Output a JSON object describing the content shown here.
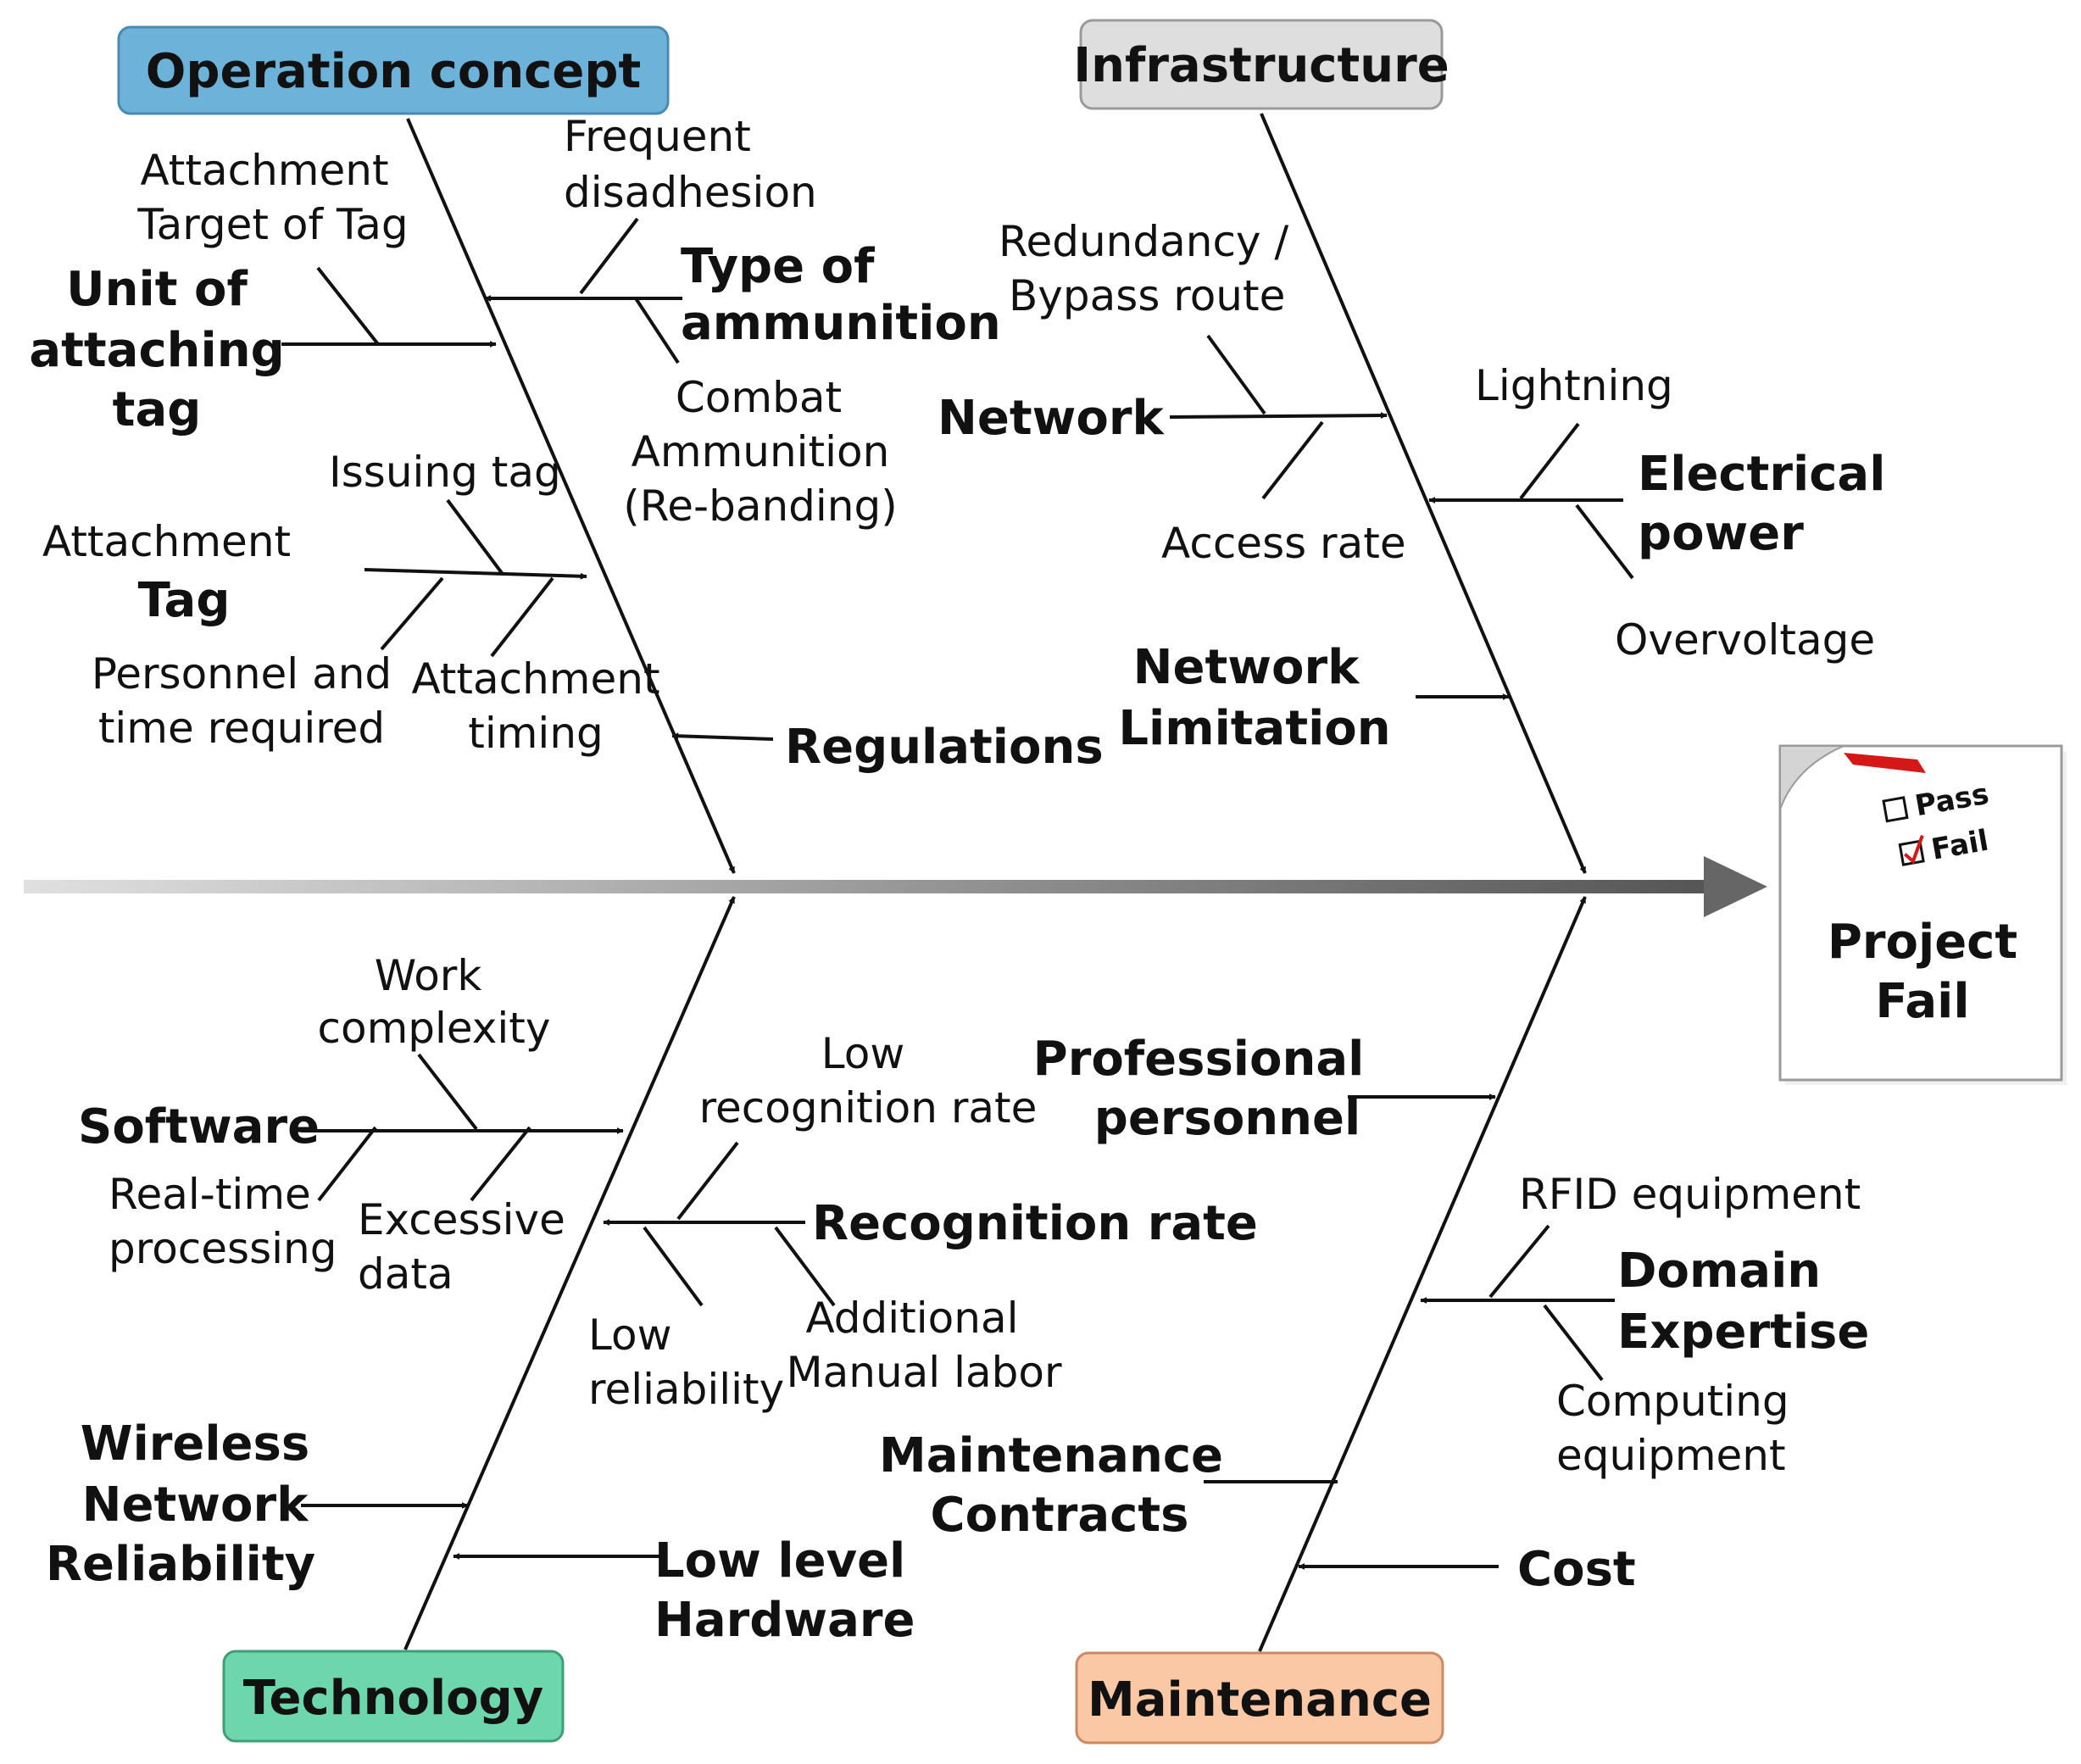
{
  "categories": {
    "operation": {
      "label": "Operation  concept",
      "color": "#6db3d9"
    },
    "infrastructure": {
      "label": "Infrastructure",
      "color": "#dedede"
    },
    "technology": {
      "label": "Technology",
      "color": "#6dd6ad"
    },
    "maintenance": {
      "label": "Maintenance",
      "color": "#fbc8a6"
    }
  },
  "effect": {
    "line1": "Project",
    "line2": "Fail",
    "pass": "Pass",
    "fail": "Fail"
  },
  "causes": {
    "unit_tag": {
      "line1": "Unit of",
      "line2": "attaching",
      "line3": "tag"
    },
    "type_ammo": {
      "line1": "Type of",
      "line2": "ammunition"
    },
    "tag": {
      "line1": "Attachment",
      "line2": "Tag"
    },
    "regulations": {
      "line1": "Regulations"
    },
    "network": {
      "line1": "Network"
    },
    "electrical": {
      "line1": "Electrical",
      "line2": "power"
    },
    "network_limitation": {
      "line1": "Network",
      "line2": "Limitation"
    },
    "software": {
      "line1": "Software"
    },
    "recognition": {
      "line1": "Recognition rate"
    },
    "wireless": {
      "line1": "Wireless",
      "line2": "Network",
      "line3": "Reliability"
    },
    "low_hw": {
      "line1": "Low level",
      "line2": "Hardware"
    },
    "professional": {
      "line1": "Professional",
      "line2": "personnel"
    },
    "domain": {
      "line1": "Domain",
      "line2": "Expertise"
    },
    "maint_contracts": {
      "line1": "Maintenance",
      "line2": "Contracts"
    },
    "cost": {
      "line1": "Cost"
    }
  },
  "sub_causes": {
    "attach_target": {
      "line1": "Attachment",
      "line2": "Target of Tag"
    },
    "frequent": {
      "line1": "Frequent",
      "line2": "disadhesion"
    },
    "combat": {
      "line1": "Combat",
      "line2": "Ammunition",
      "line3": "(Re-banding)"
    },
    "issuing": {
      "line1": "Issuing tag"
    },
    "personnel_time": {
      "line1": "Personnel  and",
      "line2": "time  required"
    },
    "attach_timing": {
      "line1": "Attachment",
      "line2": "timing"
    },
    "redundancy": {
      "line1": "Redundancy /",
      "line2": "Bypass route"
    },
    "access_rate": {
      "line1": "Access rate"
    },
    "lightning": {
      "line1": "Lightning"
    },
    "overvoltage": {
      "line1": "Overvoltage"
    },
    "work_complexity": {
      "line1": "Work",
      "line2": "complexity"
    },
    "realtime": {
      "line1": "Real-time",
      "line2": "processing"
    },
    "excessive": {
      "line1": "Excessive",
      "line2": "data"
    },
    "low_recog": {
      "line1": "Low",
      "line2": "recognition rate"
    },
    "low_rel": {
      "line1": "Low",
      "line2": "reliability"
    },
    "additional": {
      "line1": "Additional",
      "line2": "Manual labor"
    },
    "rfid": {
      "line1": "RFID equipment"
    },
    "computing": {
      "line1": "Computing",
      "line2": "equipment"
    }
  }
}
